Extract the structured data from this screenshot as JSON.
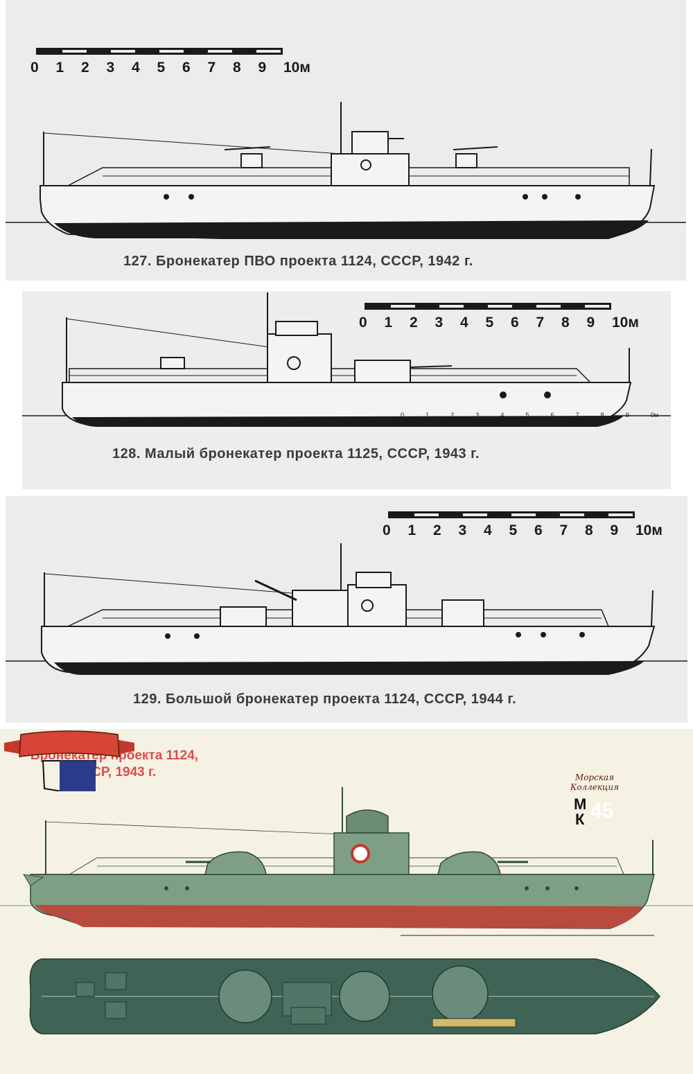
{
  "scale": {
    "labels": [
      "0",
      "1",
      "2",
      "3",
      "4",
      "5",
      "6",
      "7",
      "8",
      "9",
      "10м"
    ]
  },
  "panel_127": {
    "caption": "127. Бронекатер ПВО проекта 1124, СССР, 1942 г."
  },
  "panel_128": {
    "caption": "128. Малый бронекатер проекта 1125, СССР, 1943 г."
  },
  "panel_129": {
    "caption": "129. Большой бронекатер проекта 1124, СССР, 1944 г."
  },
  "panel_color": {
    "title_line1": "Бронекатер проекта 1124,",
    "title_line2": "СССР, 1943 г.",
    "small_scale": [
      "0",
      "1",
      "2",
      "3",
      "4",
      "5",
      "6",
      "7",
      "8",
      "9",
      "0м"
    ],
    "logo": {
      "script": "Морская Коллекция",
      "m": "М",
      "k": "К",
      "number": "45"
    },
    "colors": {
      "hull_green": "#7f9f84",
      "deck_green": "#3f6456",
      "waterline_red": "#b84a3e",
      "title_red": "#e04a4a",
      "logo_blue": "#2c3a8c"
    }
  }
}
